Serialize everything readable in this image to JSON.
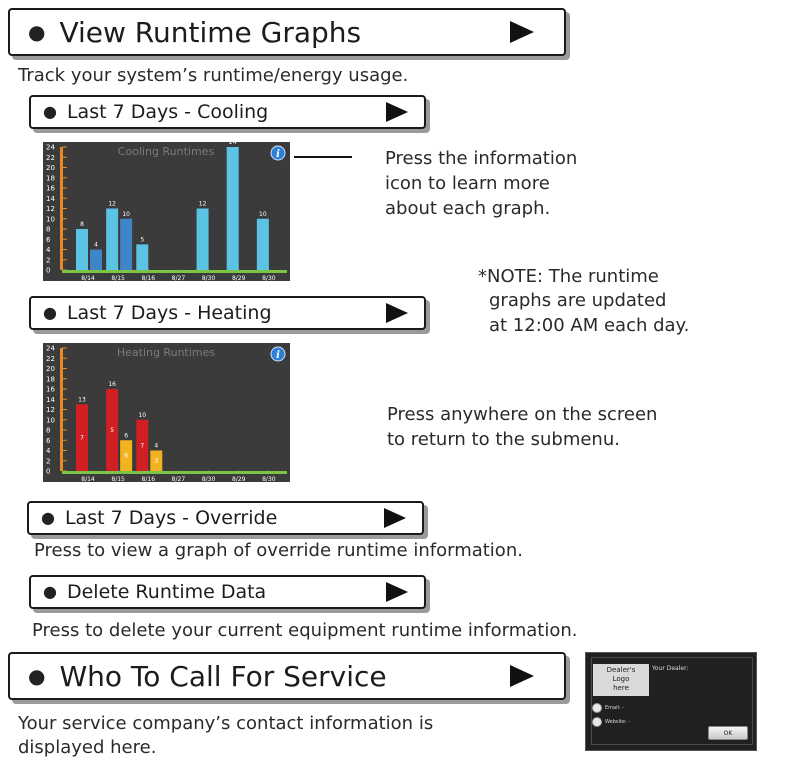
{
  "runtime": {
    "button_label": "View Runtime Graphs",
    "description": "Track your system’s runtime/energy usage."
  },
  "cooling": {
    "button_label": "Last 7 Days - Cooling",
    "info_text": [
      "Press the information",
      "icon to learn more",
      "about each graph."
    ]
  },
  "note": [
    "*NOTE: The runtime",
    "graphs are updated",
    "at 12:00 AM each day."
  ],
  "heating": {
    "button_label": "Last 7 Days - Heating",
    "return_text": [
      "Press anywhere on the screen",
      "to return to the submenu."
    ]
  },
  "override": {
    "button_label": "Last 7 Days - Override",
    "description": "Press to view a graph of override runtime information."
  },
  "delete": {
    "button_label": "Delete Runtime Data",
    "description": "Press to delete your current equipment runtime information."
  },
  "service": {
    "button_label": "Who To Call For Service",
    "description": [
      "Your service company’s contact information is",
      "displayed here."
    ],
    "screen": {
      "logo_text": [
        "Dealer's",
        "Logo",
        "here"
      ],
      "dealer_label": "Your Dealer:",
      "email_label": "Email: -",
      "website_label": "Website: -",
      "ok_label": "OK"
    }
  },
  "chart_data": [
    {
      "type": "bar",
      "title": "Cooling Runtimes",
      "categories": [
        "8/14",
        "8/15",
        "8/16",
        "8/27",
        "8/30",
        "8/29",
        "8/30"
      ],
      "ylim": [
        0,
        24
      ],
      "yticks": [
        0,
        2,
        4,
        6,
        8,
        10,
        12,
        14,
        16,
        18,
        20,
        22,
        24
      ],
      "series": [
        {
          "values": [
            8,
            12,
            5,
            0,
            12,
            24,
            10
          ],
          "labels": [
            "8",
            "12",
            "5",
            "",
            "12",
            "24",
            "10"
          ],
          "color": "#5bc4e4"
        },
        {
          "values": [
            4,
            10,
            0,
            0,
            0,
            0,
            0
          ],
          "labels": [
            "4",
            "10",
            "",
            "",
            "",
            "",
            ""
          ],
          "color": "#3f86c9"
        }
      ]
    },
    {
      "type": "bar",
      "title": "Heating Runtimes",
      "categories": [
        "8/14",
        "8/15",
        "8/16",
        "8/27",
        "8/30",
        "8/29",
        "8/30"
      ],
      "ylim": [
        0,
        24
      ],
      "yticks": [
        0,
        2,
        4,
        6,
        8,
        10,
        12,
        14,
        16,
        18,
        20,
        22,
        24
      ],
      "series": [
        {
          "values": [
            13,
            16,
            10,
            0,
            0,
            0,
            0
          ],
          "labels": [
            "13",
            "16",
            "10",
            "",
            "",
            "",
            ""
          ],
          "color": "#d21f24",
          "inner": [
            "7",
            "5",
            "7",
            "",
            "",
            "",
            ""
          ]
        },
        {
          "values": [
            0,
            6,
            4,
            0,
            0,
            0,
            0
          ],
          "labels": [
            "",
            "6",
            "4",
            "",
            "",
            "",
            ""
          ],
          "color": "#f2b321",
          "inner": [
            "",
            "6",
            "3",
            "",
            "",
            "",
            ""
          ]
        }
      ]
    }
  ]
}
